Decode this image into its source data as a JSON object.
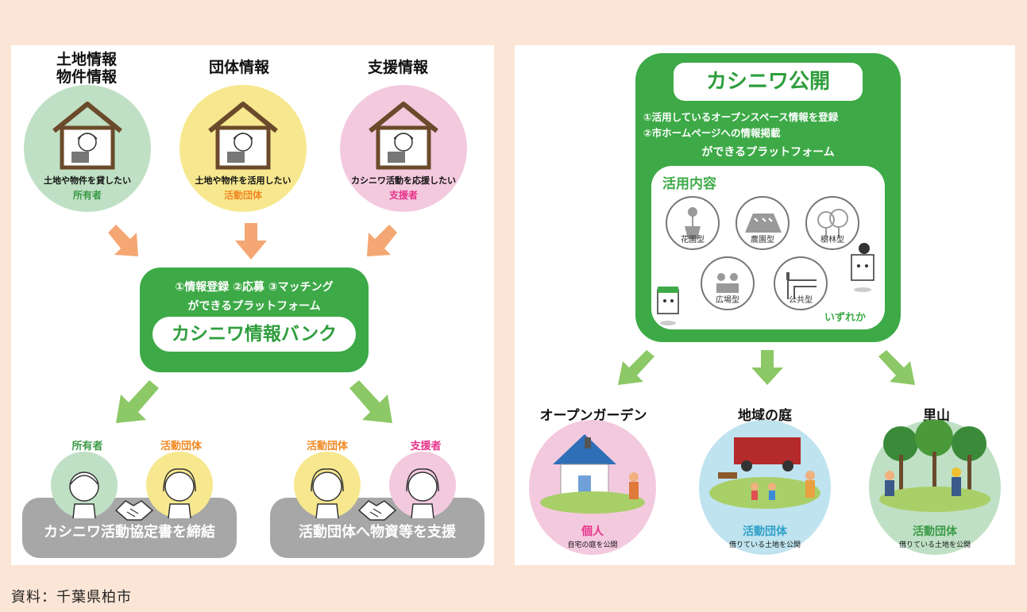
{
  "left": {
    "cards": [
      {
        "title": "土地情報\n物件情報",
        "wish": "土地や物件を貸したい",
        "role": "所有者",
        "role_color": "#3a9a47",
        "bg": "#bfe0c4"
      },
      {
        "title": "団体情報",
        "wish": "土地や物件を活用したい",
        "role": "活動団体",
        "role_color": "#f08a24",
        "bg": "#f7e88f"
      },
      {
        "title": "支援情報",
        "wish": "カシニワ活動を応援したい",
        "role": "支援者",
        "role_color": "#e8338a",
        "bg": "#f3c9de"
      }
    ],
    "bank": {
      "line1": "①情報登録 ②応募 ③マッチング",
      "line2": "ができるプラットフォーム",
      "name": "カシニワ情報バンク"
    },
    "pairs": [
      {
        "a": "所有者",
        "a_color": "#3a9a47",
        "a_bg": "#bfe0c4",
        "b": "活動団体",
        "b_color": "#f08a24",
        "b_bg": "#f7e88f",
        "bar": "カシニワ活動協定書を締結"
      },
      {
        "a": "活動団体",
        "a_color": "#f08a24",
        "a_bg": "#f7e88f",
        "b": "支援者",
        "b_color": "#e8338a",
        "b_bg": "#f3c9de",
        "bar": "活動団体へ物資等を支援"
      }
    ]
  },
  "right": {
    "title": "カシニワ公開",
    "line1": "①活用しているオープンスペース情報を登録",
    "line2": "②市ホームページへの情報掲載",
    "line3": "ができるプラットフォーム",
    "usage_title": "活用内容",
    "usage_types": [
      "花園型",
      "農園型",
      "樹林型",
      "広場型",
      "公共型"
    ],
    "any": "いずれか",
    "scenes": [
      {
        "title": "オープンガーデン",
        "role": "個人",
        "role_color": "#e8338a",
        "sub": "自宅の庭を公開",
        "bg": "#f3c9de"
      },
      {
        "title": "地域の庭",
        "role": "活動団体",
        "role_color": "#2fa0c8",
        "sub": "借りている土地を公開",
        "bg": "#bfe3ef"
      },
      {
        "title": "里山",
        "role": "活動団体",
        "role_color": "#3a9a47",
        "sub": "借りている土地を公開",
        "bg": "#bfe0c4"
      }
    ]
  },
  "source": "資料：千葉県柏市",
  "colors": {
    "green": "#3daa47",
    "arrow_orange": "#f4a773",
    "arrow_green": "#8cc866",
    "gray": "#a7a7a7",
    "background": "#fbe5d6"
  }
}
